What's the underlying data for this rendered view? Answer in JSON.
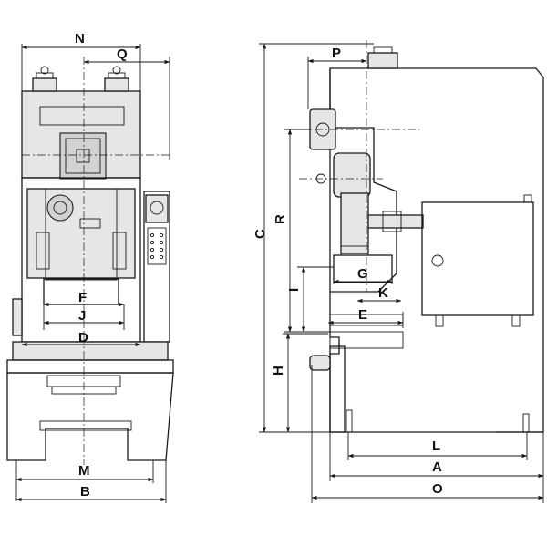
{
  "labels": {
    "N": "N",
    "Q": "Q",
    "F": "F",
    "J": "J",
    "D": "D",
    "M": "M",
    "B": "B",
    "P": "P",
    "C": "C",
    "R": "R",
    "G": "G",
    "I": "I",
    "K": "K",
    "E": "E",
    "H": "H",
    "L": "L",
    "A": "A",
    "O": "O"
  }
}
